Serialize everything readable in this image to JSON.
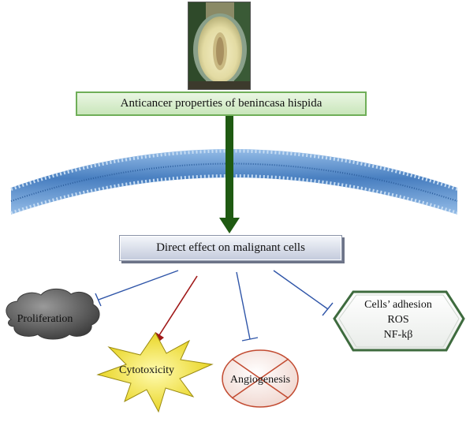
{
  "header": {
    "title": "Anticancer properties of benincasa hispida"
  },
  "center": {
    "direct_label": "Direct effect on malignant cells"
  },
  "effects": {
    "proliferation": "Proliferation",
    "cytotoxicity": "Cytotoxicity",
    "angiogenesis": "Angiogenesis",
    "others": {
      "line1": "Cells’ adhesion",
      "line2": "ROS",
      "line3": "NF-kβ"
    }
  },
  "colors": {
    "green_arrow": "#1f5a12",
    "red_arrow": "#a01818",
    "inhibit_line": "#2f55a8",
    "membrane_blue": "#4a86c8",
    "cloud_gray": "#5e5e5e",
    "star_yellow": "#f2e23a"
  }
}
